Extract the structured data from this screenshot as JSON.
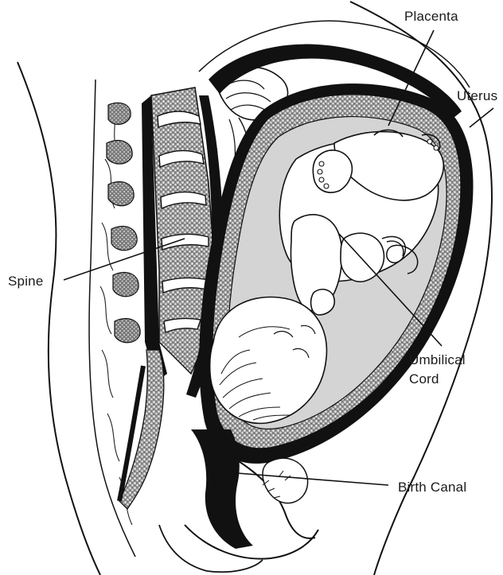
{
  "labels": {
    "placenta": "Placenta",
    "uterus": "Uterus",
    "spine": "Spine",
    "umbilical_line1": "Umbilical",
    "umbilical_line2": "Cord",
    "birth_canal": "Birth Canal"
  },
  "colors": {
    "line": "#111111",
    "stipple_tissue": "#8a8a8a",
    "amniotic_fill": "#d4d4d4",
    "background": "#ffffff"
  }
}
